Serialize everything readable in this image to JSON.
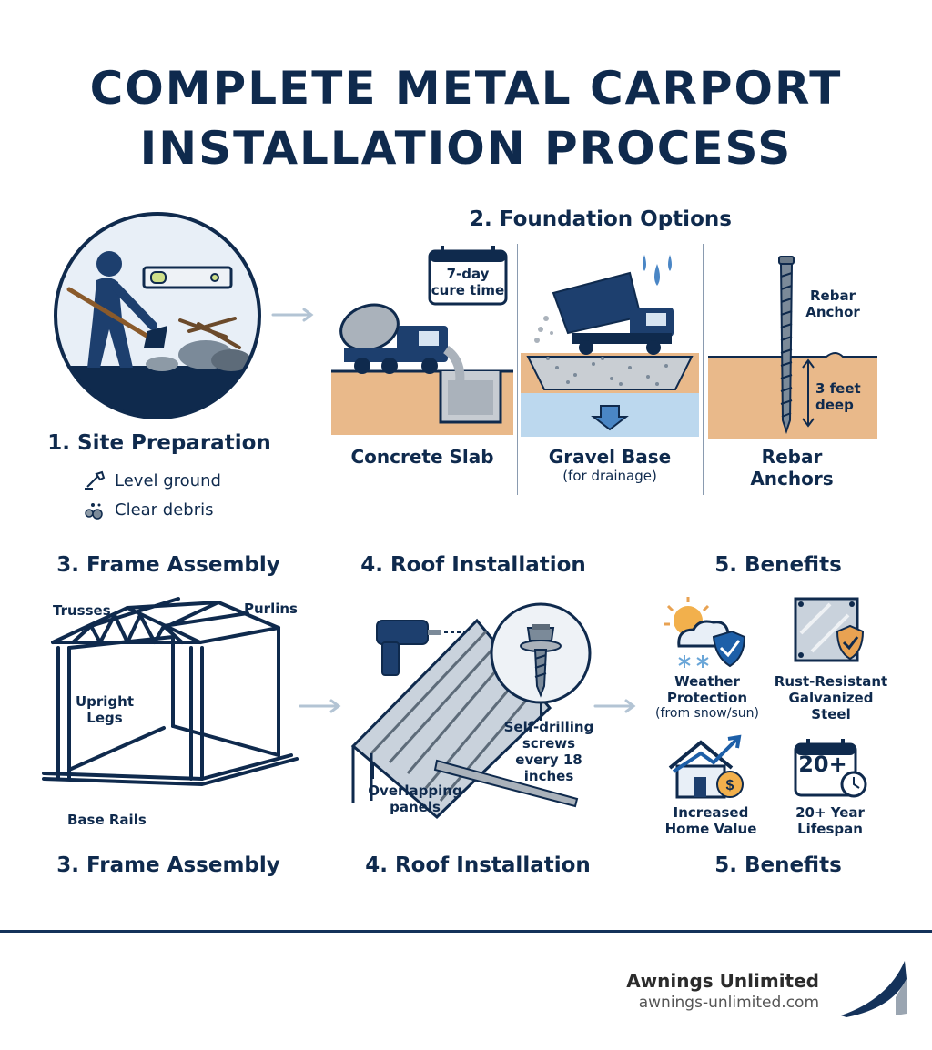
{
  "title": {
    "line1": "COMPLETE METAL CARPORT",
    "line2": "INSTALLATION PROCESS"
  },
  "step1": {
    "heading": "1. Site Preparation",
    "bullets": [
      {
        "icon": "shovel-icon",
        "text": "Level ground"
      },
      {
        "icon": "debris-icon",
        "text": "Clear debris"
      }
    ]
  },
  "step2": {
    "heading": "2. Foundation Options",
    "calendar_text": "7-day cure time",
    "options": [
      {
        "title": "Concrete Slab",
        "note": ""
      },
      {
        "title": "Gravel Base",
        "note": "(for drainage)"
      },
      {
        "title": "Rebar Anchors",
        "note": ""
      }
    ],
    "rebar_label": "Rebar Anchor",
    "depth_label": "3 feet deep"
  },
  "step3": {
    "heading": "3. Frame Assembly",
    "caption": "3. Frame Assembly",
    "labels": {
      "trusses": "Trusses",
      "purlins": "Purlins",
      "upright": "Upright Legs",
      "base": "Base Rails"
    }
  },
  "step4": {
    "heading": "4. Roof Installation",
    "caption": "4. Roof Installation",
    "labels": {
      "screws": "Self-drilling screws every 18 inches",
      "panels": "Overlapping panels"
    }
  },
  "step5": {
    "heading": "5. Benefits",
    "caption": "5. Benefits",
    "items": [
      {
        "icon": "weather-shield-icon",
        "title": "Weather Protection",
        "note": "(from snow/sun)"
      },
      {
        "icon": "steel-shield-icon",
        "title": "Rust-Resistant Galvanized Steel",
        "note": ""
      },
      {
        "icon": "home-value-icon",
        "title": "Increased Home Value",
        "note": ""
      },
      {
        "icon": "calendar-clock-icon",
        "title": "20+ Year Lifespan",
        "note": ""
      }
    ],
    "calendar_number": "20+"
  },
  "footer": {
    "brand": "Awnings Unlimited",
    "url": "awnings-unlimited.com"
  },
  "colors": {
    "navy": "#0f2a4d",
    "soil": "#e9b98a",
    "water": "#bcd8ee",
    "arrow": "#b3c4d4",
    "accent": "#e8a252"
  }
}
